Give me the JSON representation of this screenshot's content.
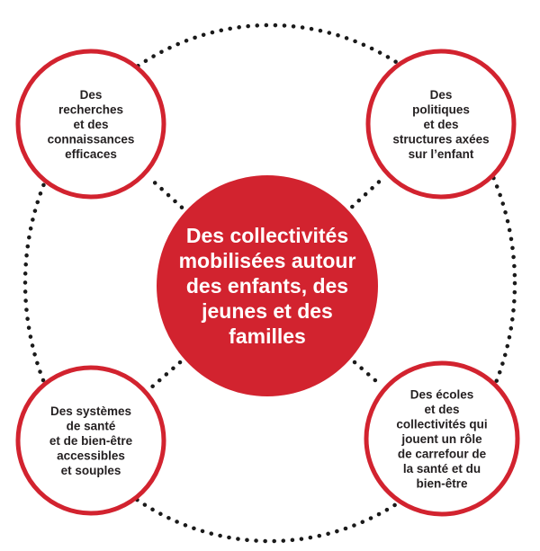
{
  "colors": {
    "accent": "#d2232f",
    "text_dark": "#231f20",
    "text_light": "#ffffff",
    "dots": "#1a1a1a"
  },
  "center": {
    "lines": [
      "Des collectivités",
      "mobilisées autour",
      "des enfants, des",
      "jeunes et des",
      "familles"
    ]
  },
  "nodes": [
    {
      "id": "top-left",
      "lines": [
        "Des",
        "recherches",
        "et des",
        "connaissances",
        "efficaces"
      ]
    },
    {
      "id": "top-right",
      "lines": [
        "Des",
        "politiques",
        "et des",
        "structures axées",
        "sur l’enfant"
      ]
    },
    {
      "id": "bottom-left",
      "lines": [
        "Des systèmes",
        "de santé",
        "et de bien-être",
        "accessibles",
        "et souples"
      ]
    },
    {
      "id": "bottom-right",
      "lines": [
        "Des écoles",
        "et des",
        "collectivités qui",
        "jouent un rôle",
        "de carrefour de",
        "la santé et du",
        "bien-être"
      ]
    }
  ]
}
